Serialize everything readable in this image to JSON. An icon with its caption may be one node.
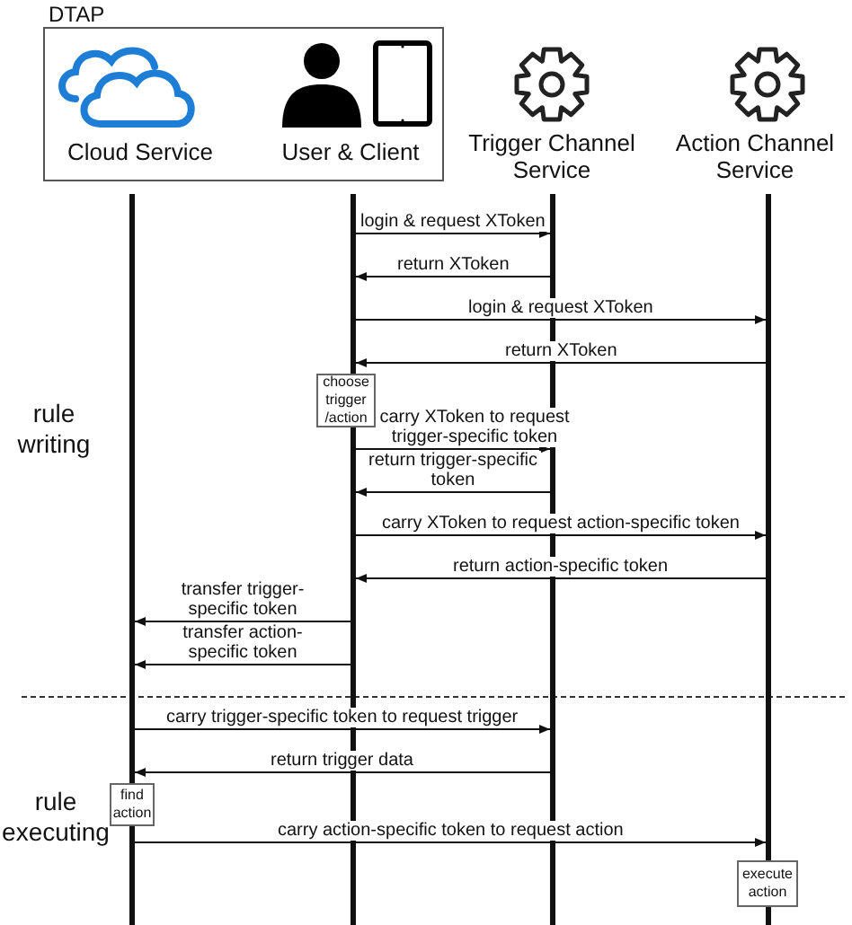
{
  "diagram": {
    "nodes": [
      {
        "text": [
          "DTAP"
        ]
      },
      {
        "text": [
          "Cloud Service"
        ],
        "in": 0
      },
      {
        "text": [
          "User & Client"
        ],
        "in": 0
      },
      {
        "text": [
          "Trigger Channel Service"
        ]
      },
      {
        "text": [
          "Action Channel Service"
        ]
      },
      {
        "text": [
          "choose trigger /action"
        ]
      },
      {
        "text": [
          "find action"
        ]
      },
      {
        "text": [
          "execute action"
        ]
      },
      {
        "text": [],
        "shape": "bar"
      },
      {
        "text": [],
        "shape": "bar"
      },
      {
        "text": [],
        "shape": "bar"
      },
      {
        "text": [],
        "shape": "bar"
      }
    ],
    "edges": [
      {
        "from": 9,
        "to": 10,
        "arrow": "to",
        "label": "login & request XToken"
      },
      {
        "from": 10,
        "to": 9,
        "arrow": "to",
        "label": "return XToken"
      },
      {
        "from": 9,
        "to": 11,
        "arrow": "to",
        "label": "login & request XToken"
      },
      {
        "from": 11,
        "to": 9,
        "arrow": "to",
        "label": "return XToken"
      },
      {
        "from": 9,
        "to": 10,
        "arrow": "to",
        "label": "carry XToken to request trigger-specific token"
      },
      {
        "from": 10,
        "to": 9,
        "arrow": "to",
        "label": "return trigger-specific token"
      },
      {
        "from": 9,
        "to": 11,
        "arrow": "to",
        "label": "carry XToken to request action-specific token"
      },
      {
        "from": 11,
        "to": 9,
        "arrow": "to",
        "label": "return action-specific token"
      },
      {
        "from": 9,
        "to": 8,
        "arrow": "to",
        "label": "transfer trigger-specific token"
      },
      {
        "from": 9,
        "to": 8,
        "arrow": "to",
        "label": "transfer action-specific token"
      },
      {
        "from": 8,
        "to": 10,
        "arrow": "to",
        "label": "carry trigger-specific token to request trigger"
      },
      {
        "from": 10,
        "to": 8,
        "arrow": "to",
        "label": "return trigger data"
      },
      {
        "from": 8,
        "to": 11,
        "arrow": "to",
        "label": "carry action-specific token to request action"
      }
    ],
    "labels": [
      "rule writing",
      "rule executing"
    ]
  }
}
